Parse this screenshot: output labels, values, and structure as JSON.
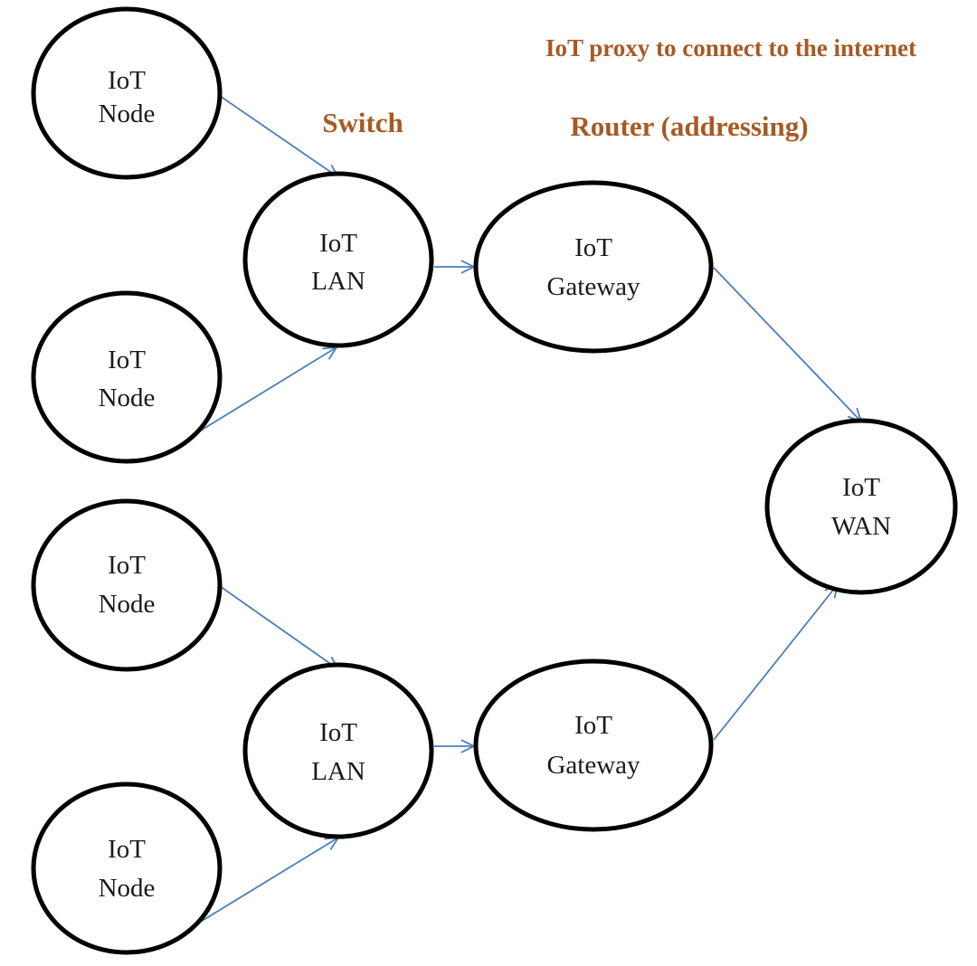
{
  "annotations": {
    "proxy": "IoT proxy to connect to the internet",
    "switch": "Switch",
    "router": "Router (addressing)"
  },
  "nodes": [
    {
      "id": "node-1",
      "line1": "IoT",
      "line2": "Node"
    },
    {
      "id": "node-2",
      "line1": "IoT",
      "line2": "Node"
    },
    {
      "id": "node-3",
      "line1": "IoT",
      "line2": "Node"
    },
    {
      "id": "node-4",
      "line1": "IoT",
      "line2": "Node"
    },
    {
      "id": "lan-1",
      "line1": "IoT",
      "line2": "LAN"
    },
    {
      "id": "lan-2",
      "line1": "IoT",
      "line2": "LAN"
    },
    {
      "id": "gateway-1",
      "line1": "IoT",
      "line2": "Gateway"
    },
    {
      "id": "gateway-2",
      "line1": "IoT",
      "line2": "Gateway"
    },
    {
      "id": "wan",
      "line1": "IoT",
      "line2": "WAN"
    }
  ],
  "edges": [
    {
      "from": "node-1",
      "to": "lan-1"
    },
    {
      "from": "node-2",
      "to": "lan-1"
    },
    {
      "from": "node-3",
      "to": "lan-2"
    },
    {
      "from": "node-4",
      "to": "lan-2"
    },
    {
      "from": "lan-1",
      "to": "gateway-1"
    },
    {
      "from": "lan-2",
      "to": "gateway-2"
    },
    {
      "from": "gateway-1",
      "to": "wan"
    },
    {
      "from": "gateway-2",
      "to": "wan"
    }
  ],
  "colors": {
    "edge": "#4a7ebb",
    "annotation": "#a65a24",
    "node_stroke": "#000000"
  }
}
